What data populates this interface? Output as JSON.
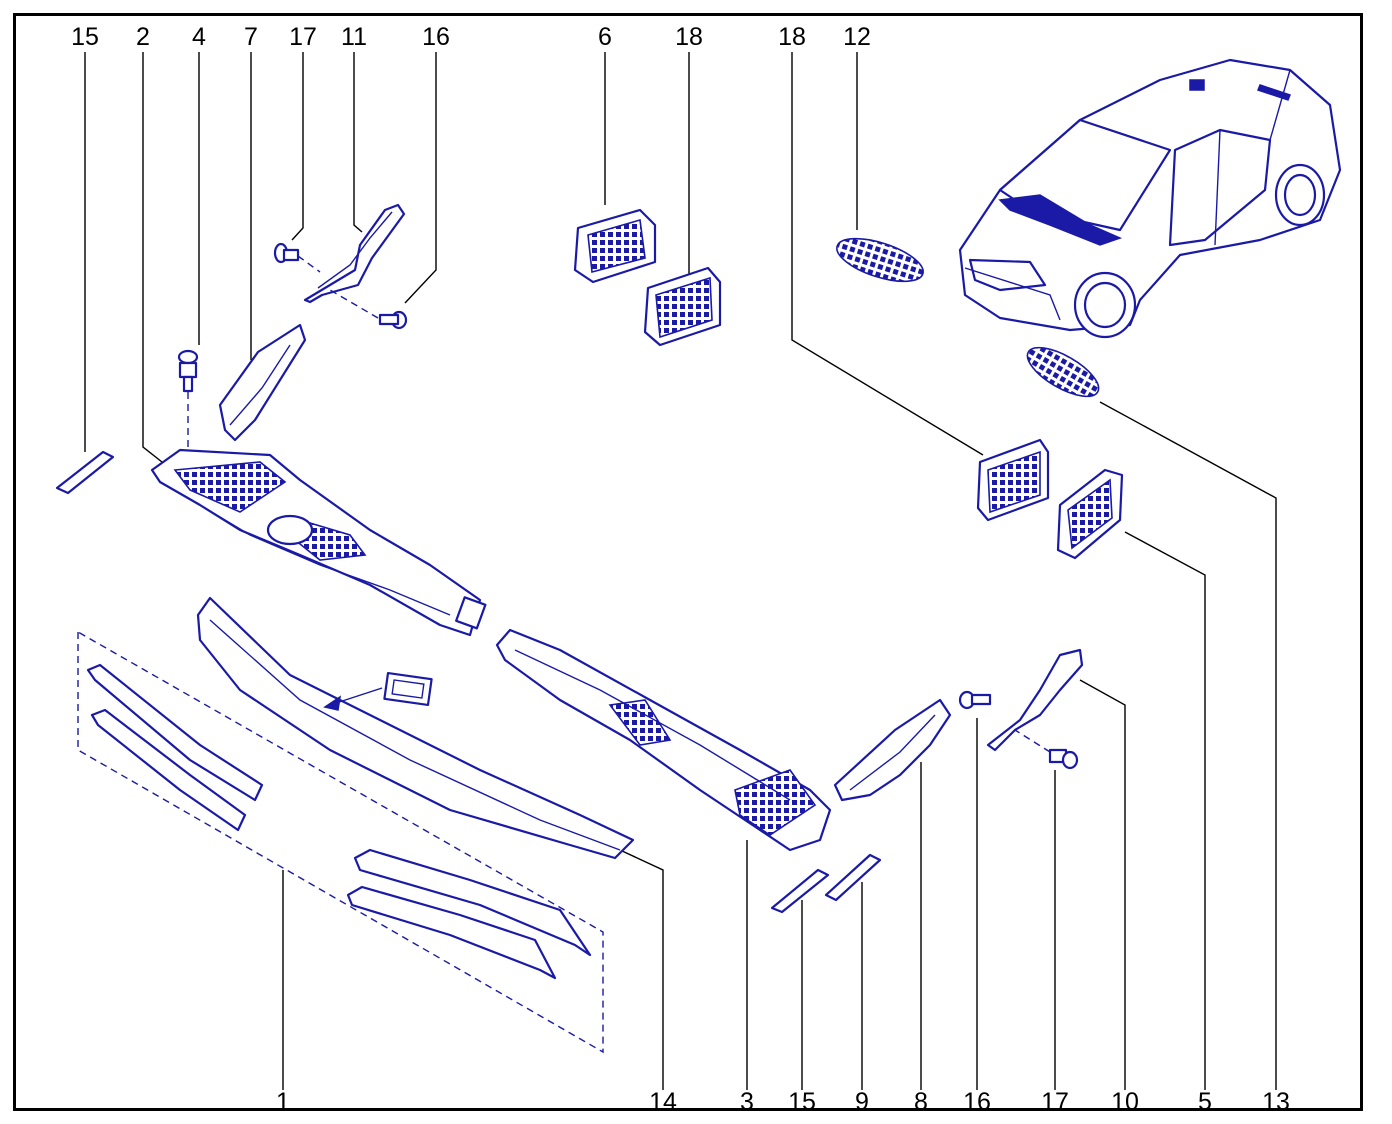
{
  "diagram": {
    "labels": {
      "top": [
        "15",
        "2",
        "4",
        "7",
        "17",
        "11",
        "16",
        "6",
        "18",
        "18",
        "12"
      ],
      "bottom": [
        "1",
        "14",
        "3",
        "15",
        "9",
        "8",
        "16",
        "17",
        "10",
        "5",
        "13"
      ]
    },
    "colors": {
      "line": "#1a1aa6",
      "text": "#000000",
      "border": "#000000"
    }
  }
}
